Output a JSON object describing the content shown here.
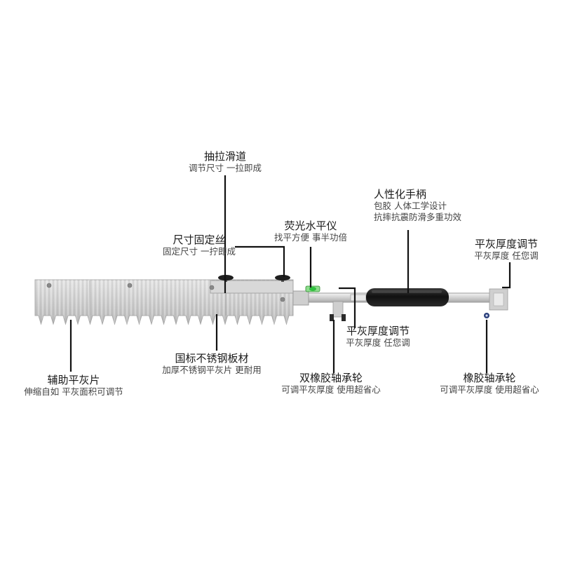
{
  "labels": {
    "slide_rail": {
      "title": "抽拉滑道",
      "sub": "调节尺寸  一拉即成"
    },
    "fixing_screw": {
      "title": "尺寸固定丝",
      "sub": "固定尺寸  一拧即成"
    },
    "spirit_level": {
      "title": "荧光水平仪",
      "sub": "找平方便 事半功倍"
    },
    "handle": {
      "title": "人性化手柄",
      "sub1": "包胶  人体工学设计",
      "sub2": "抗摔抗震防滑多重功效"
    },
    "thickness_adjust_right": {
      "title": "平灰厚度调节",
      "sub": "平灰厚度  任您调"
    },
    "thickness_adjust_mid": {
      "title": "平灰厚度调节",
      "sub": "平灰厚度  任您调"
    },
    "steel_plate": {
      "title": "国标不锈钢板材",
      "sub": "加厚不锈钢平灰片 更耐用"
    },
    "double_rubber_bearing": {
      "title": "双橡胶轴承轮",
      "sub": "可调平灰厚度  使用超省心"
    },
    "rubber_bearing": {
      "title": "橡胶轴承轮",
      "sub": "可调平灰厚度  使用超省心"
    },
    "aux_blade": {
      "title": "辅助平灰片",
      "sub": "伸缩自如  平灰面积可调节"
    }
  },
  "colors": {
    "blade_light": "#d6d6d6",
    "blade_mid": "#bdbdbd",
    "handle_grip": "#1c1c1c",
    "level_bubble": "#2fbf3f",
    "leader_line": "#111111"
  }
}
